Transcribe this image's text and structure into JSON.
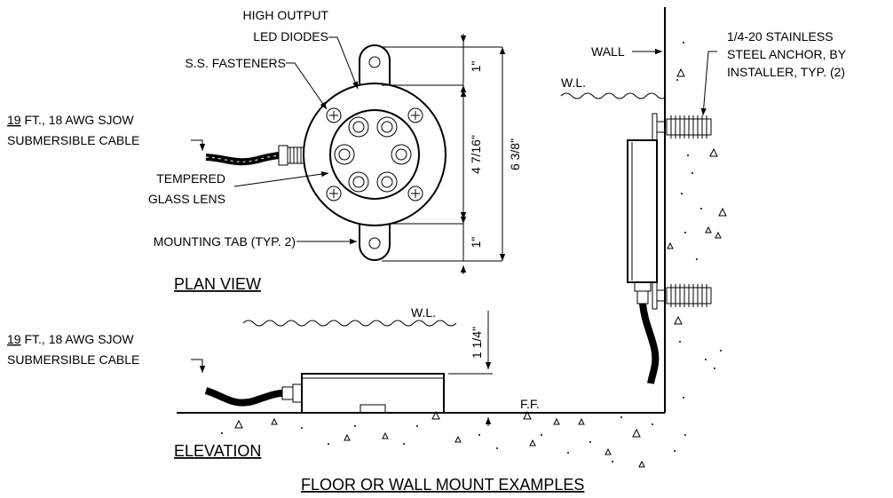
{
  "labels": {
    "led": [
      "HIGH OUTPUT",
      "LED DIODES"
    ],
    "fasteners": "S.S. FASTENERS",
    "cable_plan": {
      "underlined": "19",
      "line1_rest": " FT., 18 AWG SJOW",
      "line2": "SUBMERSIBLE CABLE"
    },
    "lens": [
      "TEMPERED",
      "GLASS LENS"
    ],
    "mounting_tab": "MOUNTING TAB (TYP. 2)",
    "wall": "WALL",
    "wl_wall": "W.L.",
    "anchor": [
      "1/4-20 STAINLESS",
      "STEEL ANCHOR, BY",
      "INSTALLER, TYP. (2)"
    ],
    "wl_floor": "W.L.",
    "cable_elev": {
      "underlined": "19",
      "line1_rest": " FT., 18 AWG SJOW",
      "line2": "SUBMERSIBLE CABLE"
    },
    "ff": "F.F."
  },
  "dimensions": {
    "tab_top": "1\"",
    "body_height": "4 7/16\"",
    "overall": "6 3/8\"",
    "tab_bottom": "1\"",
    "elev_height": "1 1/4\""
  },
  "titles": {
    "plan": "PLAN VIEW",
    "elevation": "ELEVATION",
    "main": "FLOOR OR WALL MOUNT EXAMPLES"
  }
}
